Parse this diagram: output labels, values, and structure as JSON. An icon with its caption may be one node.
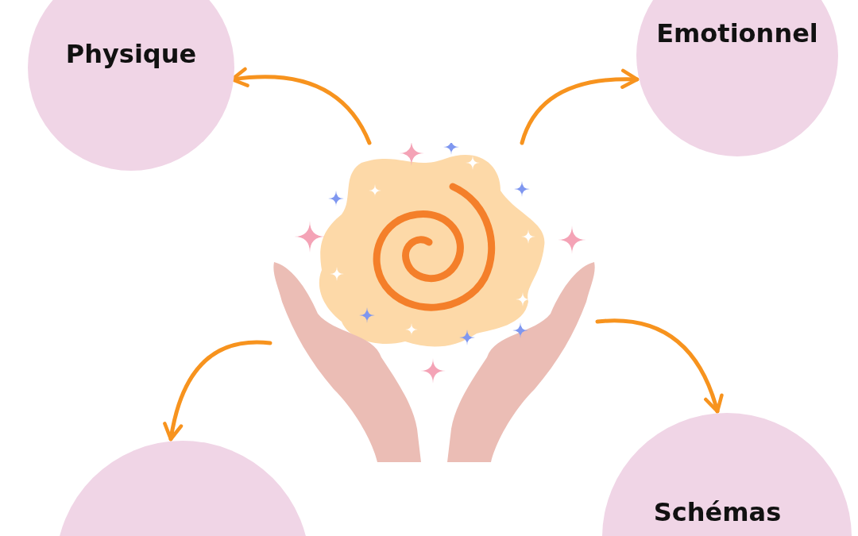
{
  "diagram": {
    "nodes": [
      {
        "text": [
          "Physique"
        ]
      },
      {
        "text": [
          "Emotionnel"
        ]
      },
      {
        "text": [],
        "shape": "picture"
      },
      {
        "text": [],
        "shape": "circle"
      },
      {
        "text": [
          "Schémas"
        ]
      }
    ],
    "edges": [
      {
        "from": 2,
        "to": 0,
        "arrow": "to"
      },
      {
        "from": 2,
        "to": 1,
        "arrow": "to"
      },
      {
        "from": 2,
        "to": 3,
        "arrow": "to"
      },
      {
        "from": 2,
        "to": 4,
        "arrow": "to"
      }
    ]
  }
}
